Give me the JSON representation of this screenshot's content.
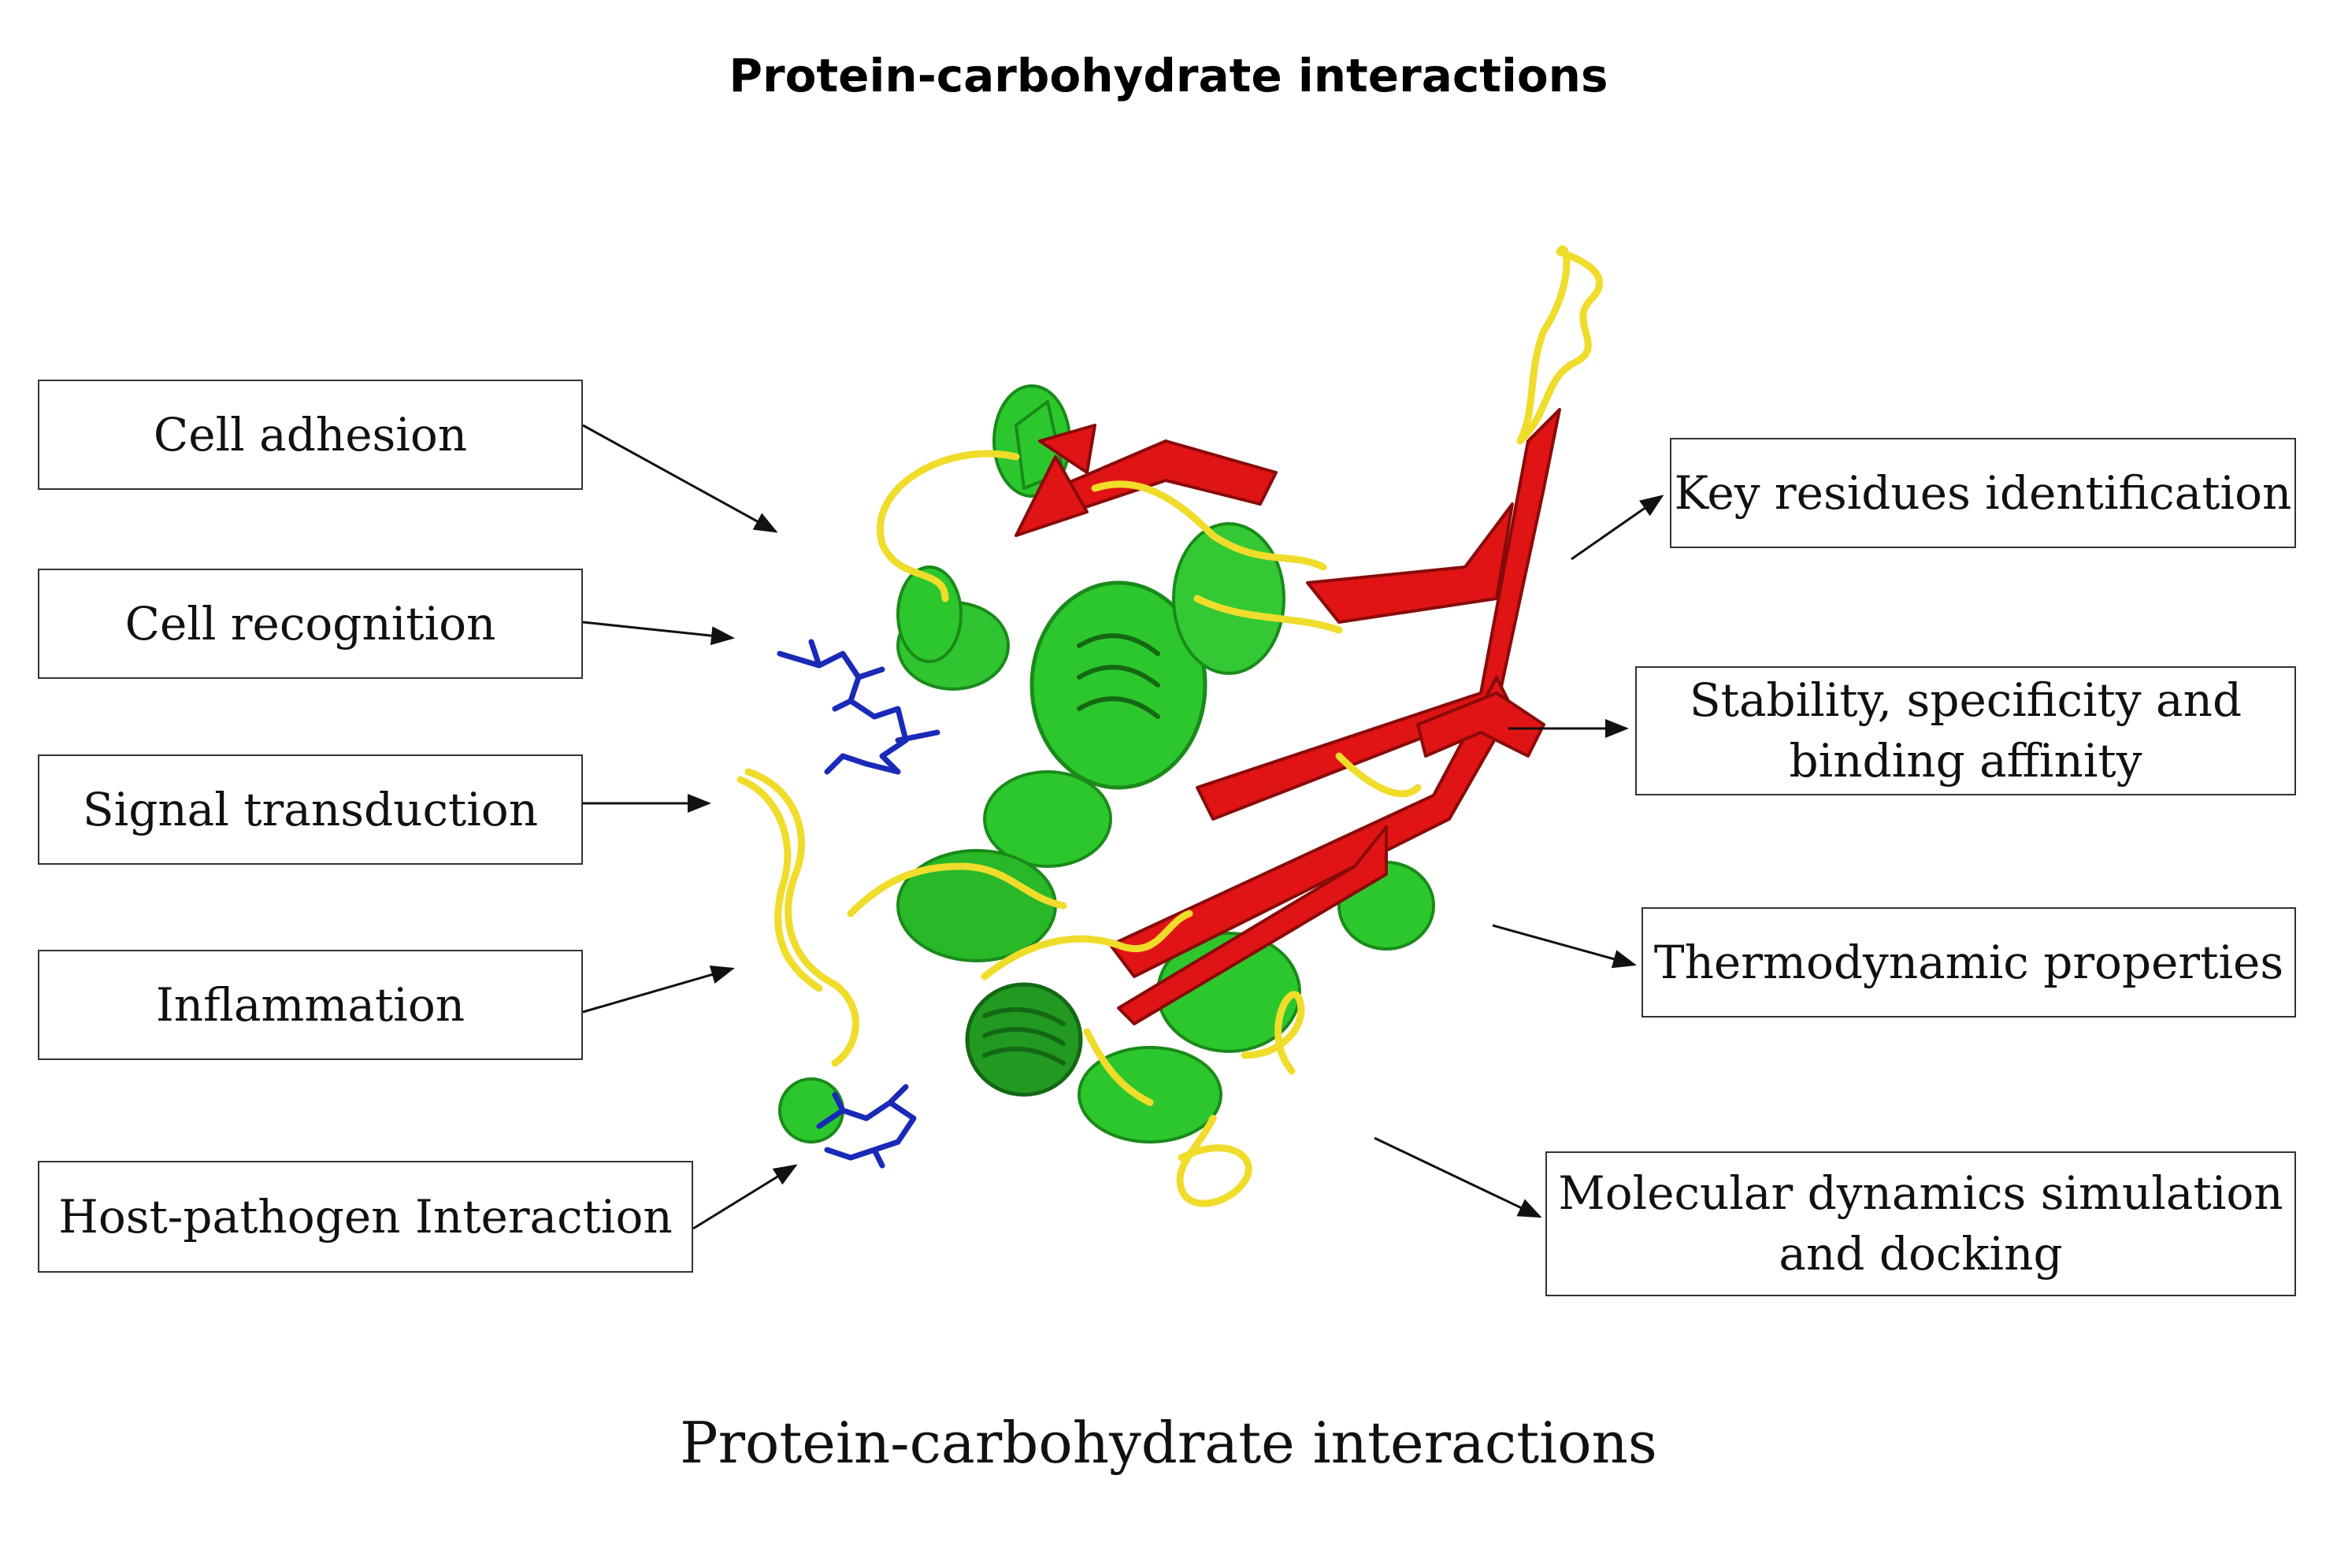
{
  "title": "Protein-carbohydrate interactions",
  "caption": "Protein-carbohydrate interactions",
  "left_boxes": [
    "Cell adhesion",
    "Cell recognition",
    "Signal transduction",
    "Inflammation",
    "Host-pathogen Interaction"
  ],
  "right_boxes": [
    "Key residues identification",
    "Stability, specificity and\nbinding affinity",
    "Thermodynamic properties",
    "Molecular dynamics simulation\nand docking"
  ],
  "structure_colors": {
    "helix": "#2cc72c",
    "sheet": "#e01414",
    "loop": "#f0dc2a",
    "ligand": "#1a2ab8"
  }
}
